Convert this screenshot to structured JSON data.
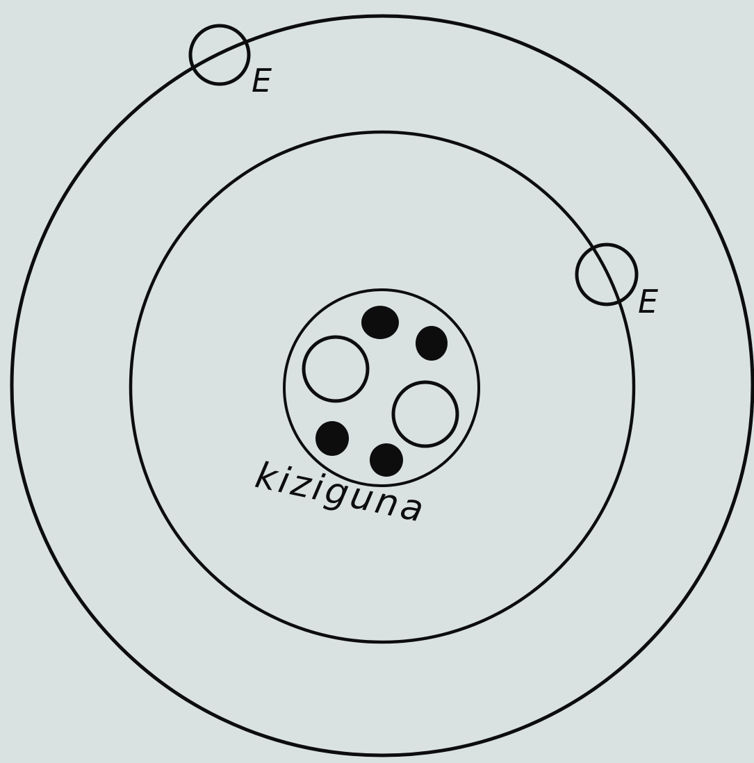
{
  "diagram": {
    "nucleus": {
      "label": "kiziguna",
      "protons": 4,
      "neutrons": 2
    },
    "shells": [
      {
        "electrons": [
          {
            "label": "E"
          }
        ]
      },
      {
        "electrons": [
          {
            "label": "E"
          }
        ]
      }
    ],
    "colors": {
      "paper": "#dce3e3",
      "ink": "#0d0d0d"
    }
  }
}
